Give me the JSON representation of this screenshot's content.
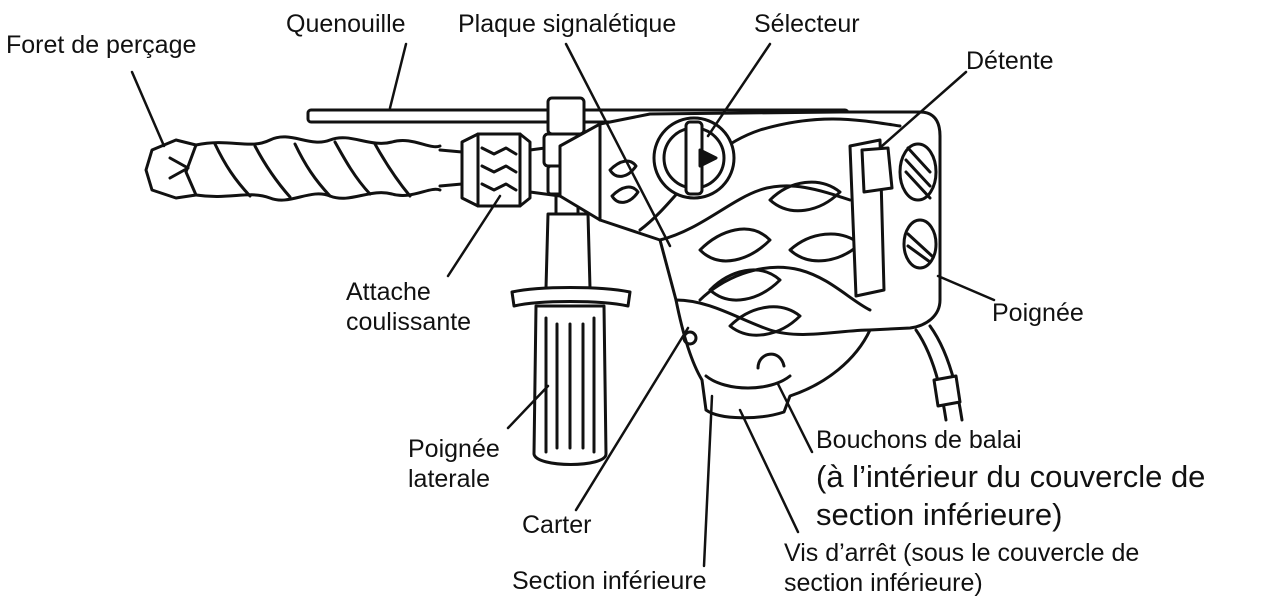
{
  "labels": {
    "foret": "Foret de perçage",
    "quenouille": "Quenouille",
    "plaque": "Plaque signalétique",
    "selecteur": "Sélecteur",
    "detente": "Détente",
    "attache": [
      "Attache",
      "coulissante"
    ],
    "poignee": "Poignée",
    "poignee_laterale": [
      "Poignée",
      "laterale"
    ],
    "carter": "Carter",
    "bouchons": "Bouchons de balai",
    "bouchons_detail": [
      "(à l’intérieur du couvercle de",
      "section inférieure)"
    ],
    "section_inferieure": "Section inférieure",
    "vis": [
      "Vis d’arrêt (sous le couvercle de",
      "section inférieure)"
    ]
  }
}
